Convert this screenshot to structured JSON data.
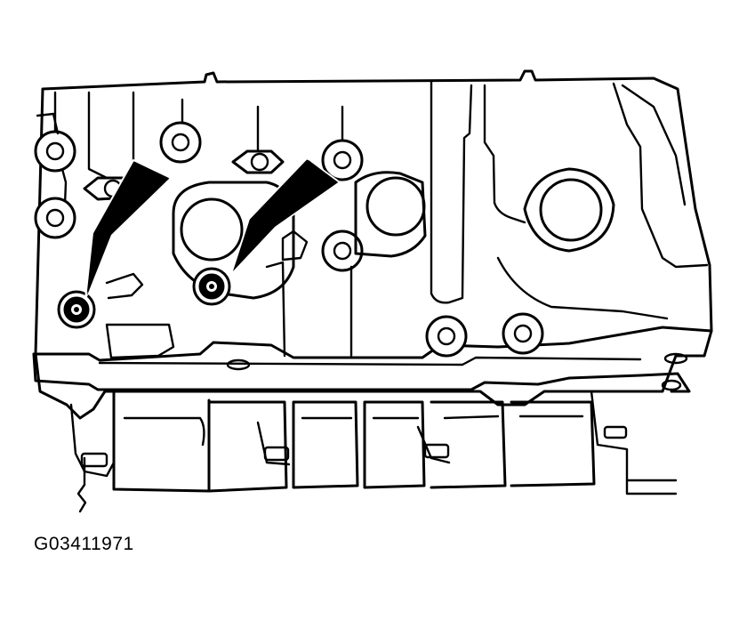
{
  "figure": {
    "code": "G03411971",
    "subject": "engine-block-side-view",
    "callouts": [
      {
        "name": "arrow-callout-left",
        "target": "left-plug-bolt"
      },
      {
        "name": "arrow-callout-right",
        "target": "right-plug-bolt"
      }
    ]
  },
  "colors": {
    "ink": "#000000",
    "paper": "#ffffff"
  }
}
